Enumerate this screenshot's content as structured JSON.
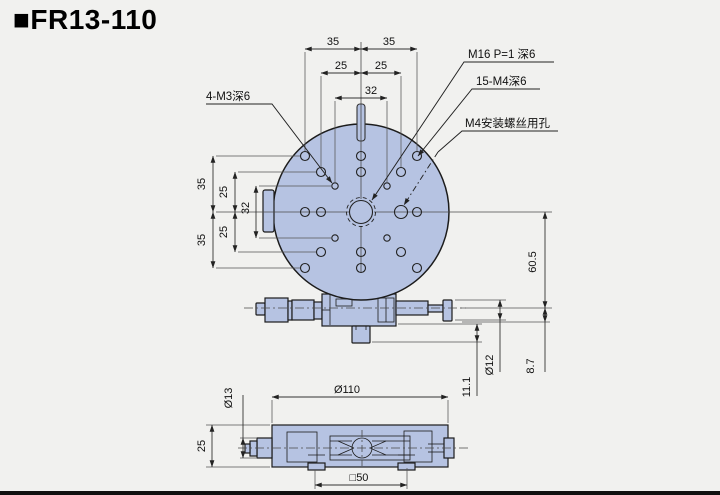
{
  "title": "■FR13-110",
  "colors": {
    "body_fill": "#b6c3e2",
    "outline": "#1c1c1c",
    "dimension_line": "#3a3a3a",
    "background": "#f1f1ef",
    "footer_bar": "#101010"
  },
  "callouts": {
    "m3_label": "4-M3深6",
    "m16_label": "M16 P=1 深6",
    "m4_holes_label": "15-M4深6",
    "m4_mount_label": "M4安装螺丝用孔"
  },
  "dims": {
    "top_left_35": "35",
    "top_right_35": "35",
    "top_left_25": "25",
    "top_right_25": "25",
    "top_32": "32",
    "side_top_35": "35",
    "side_top_25": "25",
    "side_32": "32",
    "side_bottom_25": "25",
    "side_bottom_35": "35",
    "height_60_5": "60.5",
    "offset_8_7": "8.7",
    "knob_dia_12": "Ø12",
    "drop_11_1": "11.1",
    "base_dia_110": "Ø110",
    "shaft_dia_13": "Ø13",
    "thickness_25": "25",
    "square_50": "□50"
  }
}
